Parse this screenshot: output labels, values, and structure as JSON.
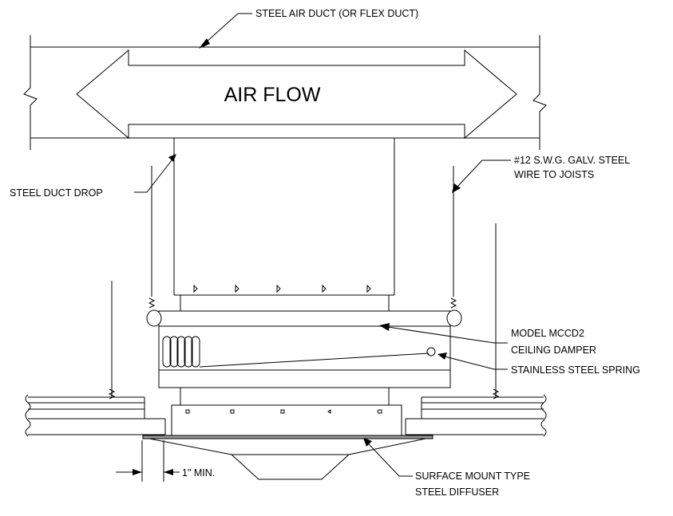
{
  "diagram": {
    "main_label": "AIR FLOW",
    "labels": {
      "duct": "STEEL AIR DUCT (OR FLEX DUCT)",
      "wire_line1": "#12 S.W.G. GALV. STEEL",
      "wire_line2": "WIRE TO JOISTS",
      "drop": "STEEL DUCT DROP",
      "damper_line1": "MODEL MCCD2",
      "damper_line2": "CEILING DAMPER",
      "spring": "STAINLESS STEEL SPRING",
      "min_clearance": "1\" MIN.",
      "diffuser_line1": "SURFACE MOUNT TYPE",
      "diffuser_line2": "STEEL DIFFUSER"
    }
  }
}
